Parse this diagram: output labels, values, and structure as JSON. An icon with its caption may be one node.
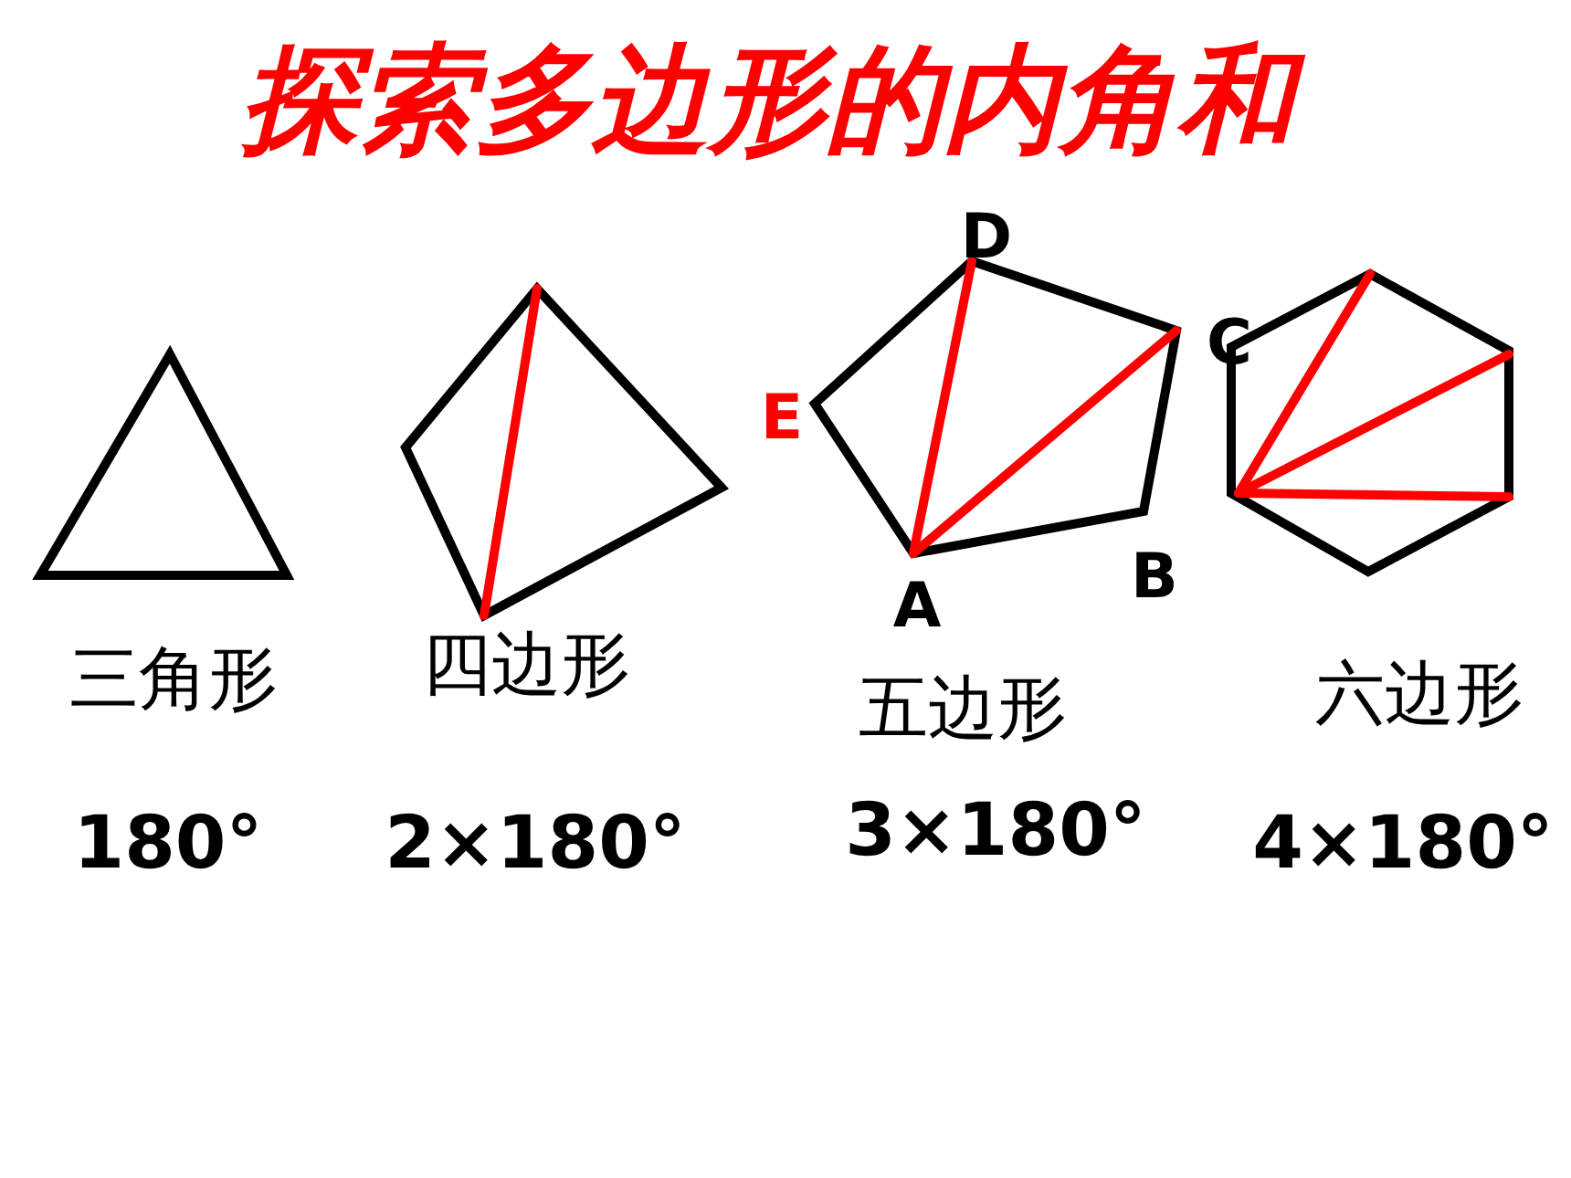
{
  "diagram": {
    "title": "探索多边形的内角和",
    "labels": [
      "D",
      "C",
      "E",
      "B",
      "A",
      "三角形",
      "四边形",
      "五边形",
      "六边形",
      "180°",
      "2×180°",
      "3×180°",
      "4×180°"
    ]
  }
}
